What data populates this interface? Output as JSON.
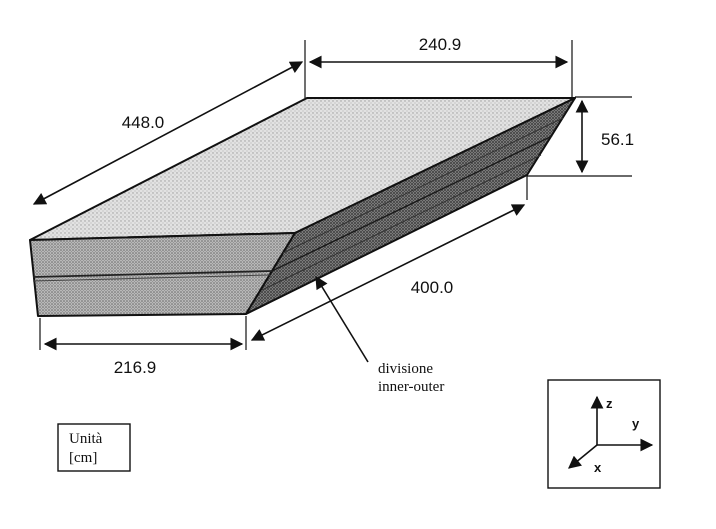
{
  "dimensions": {
    "top_width": "240.9",
    "length_top": "448.0",
    "height": "56.1",
    "length_bottom": "400.0",
    "front_width": "216.9"
  },
  "annotation": {
    "line1": "divisione",
    "line2": "inner-outer"
  },
  "units": {
    "line1": "Unità",
    "line2": "[cm]"
  },
  "axes": {
    "z": "z",
    "y": "y",
    "x": "x"
  }
}
